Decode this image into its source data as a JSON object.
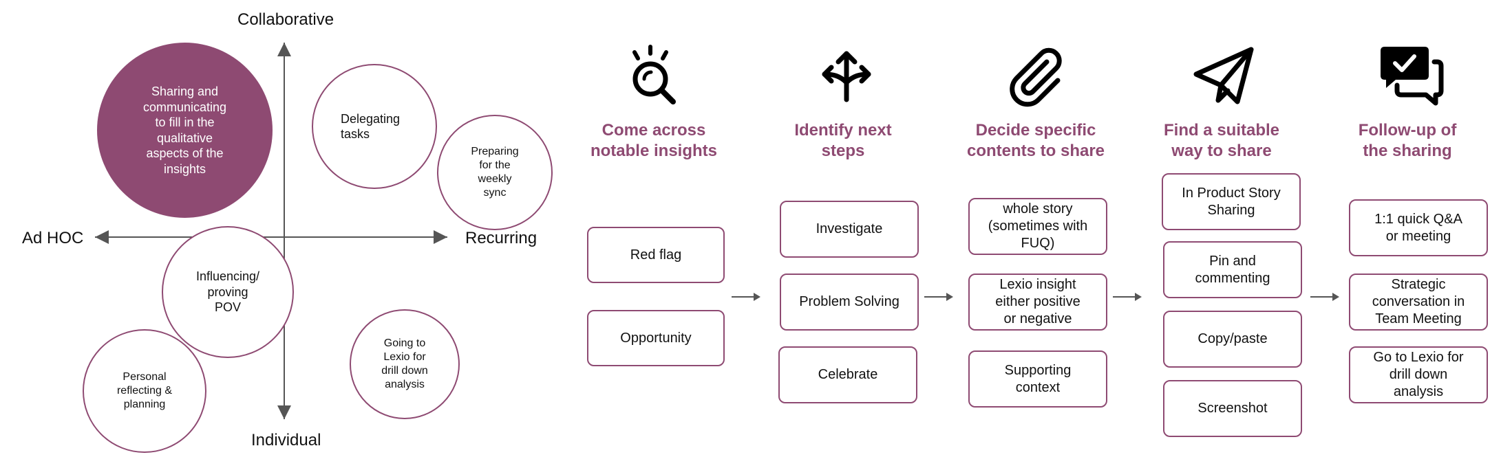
{
  "quadrant": {
    "axes": {
      "top": "Collaborative",
      "bottom": "Individual",
      "left": "Ad HOC",
      "right": "Recurring"
    },
    "bubbles": [
      {
        "id": "sharing",
        "text": "Sharing and\ncommunicating\nto fill in the\nqualitative\naspects of the\ninsights",
        "filled": true
      },
      {
        "id": "delegating",
        "text": "Delegating\ntasks",
        "filled": false
      },
      {
        "id": "preparing",
        "text": "Preparing\nfor the\nweekly\nsync",
        "filled": false
      },
      {
        "id": "influencing",
        "text": "Influencing/\nproving\nPOV",
        "filled": false
      },
      {
        "id": "going",
        "text": "Going to\nLexio for\ndrill down\nanalysis",
        "filled": false
      },
      {
        "id": "personal",
        "text": "Personal\nreflecting &\nplanning",
        "filled": false
      }
    ]
  },
  "process": {
    "accent_color": "#8e4a72",
    "steps": [
      {
        "icon": "insight-magnifier-icon",
        "title": "Come across\nnotable insights",
        "items": [
          "Red flag",
          "Opportunity"
        ]
      },
      {
        "icon": "move-arrows-icon",
        "title": "Identify next\nsteps",
        "items": [
          "Investigate",
          "Problem Solving",
          "Celebrate"
        ]
      },
      {
        "icon": "paperclip-icon",
        "title": "Decide specific\ncontents to share",
        "items": [
          "whole story\n(sometimes with\nFUQ)",
          "Lexio insight\neither positive\nor negative",
          "Supporting\ncontext"
        ]
      },
      {
        "icon": "paper-plane-icon",
        "title": "Find a suitable\nway to share",
        "items": [
          "In Product Story\nSharing",
          "Pin and\ncommenting",
          "Copy/paste",
          "Screenshot"
        ]
      },
      {
        "icon": "chat-check-icon",
        "title": "Follow-up of\nthe sharing",
        "items": [
          "1:1 quick Q&A\nor meeting",
          "Strategic\nconversation in\nTeam Meeting",
          "Go to Lexio for\ndrill down\nanalysis"
        ]
      }
    ]
  }
}
